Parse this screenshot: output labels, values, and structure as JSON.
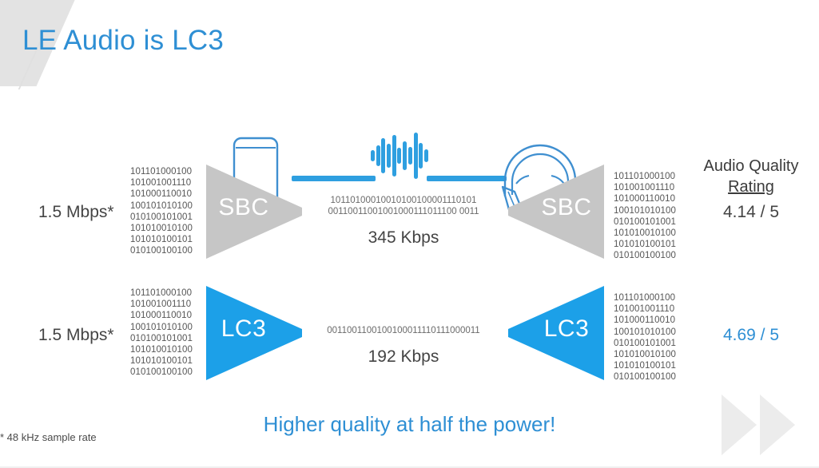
{
  "slide": {
    "title": "LE Audio is LC3",
    "tagline": "Higher quality at half the power!",
    "footnote": "* 48 kHz sample rate",
    "colors": {
      "accent_blue": "#2e8fd4",
      "icon_blue": "#2e9fe0",
      "sbc_gray": "#c6c6c6",
      "lc3_blue": "#1ca0e8",
      "text_gray": "#444444"
    }
  },
  "devices": {
    "source_icon": "smartphone-icon",
    "sink_icon": "headphones-icon",
    "stream_icon": "audio-waveform-icon",
    "waveform_bars": [
      14,
      26,
      44,
      30,
      52,
      20,
      36,
      22,
      58,
      32,
      16
    ]
  },
  "rating_column": {
    "heading_line1": "Audio Quality",
    "heading_line2": "Rating"
  },
  "rows": [
    {
      "id": "sbc",
      "input_rate": "1.5 Mbps*",
      "codec_label": "SBC",
      "input_bits": "101101000100\n101001001110\n101000110010\n100101010100\n010100101001\n101010010100\n101010100101\n010100100100",
      "output_bits": "101101000100\n101001001110\n101000110010\n100101010100\n010100101001\n101010010100\n101010100101\n010100100100",
      "stream_bits": "10110100010010100100001110101\n00110011001001000111011100 0011",
      "stream_rate": "345 Kbps",
      "rating": "4.14 / 5"
    },
    {
      "id": "lc3",
      "input_rate": "1.5 Mbps*",
      "codec_label": "LC3",
      "input_bits": "101101000100\n101001001110\n101000110010\n100101010100\n010100101001\n101010010100\n101010100101\n010100100100",
      "output_bits": "101101000100\n101001001110\n101000110010\n100101010100\n010100101001\n101010010100\n101010100101\n010100100100",
      "stream_bits": "0011001100100100011110111000011",
      "stream_rate": "192 Kbps",
      "rating": "4.69 / 5"
    }
  ]
}
